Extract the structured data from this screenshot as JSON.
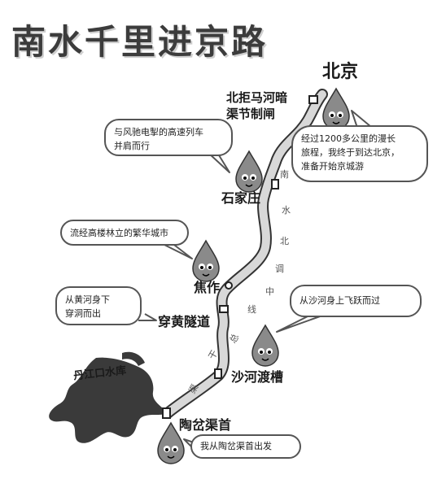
{
  "title": "南水千里进京路",
  "places": {
    "beijing": "北京",
    "juma": "北拒马河暗\n渠节制闸",
    "shijiazhuang": "石家庄",
    "jiaozuo": "焦作",
    "chuanhuang": "穿黄隧道",
    "shahe": "沙河渡槽",
    "taocha": "陶岔渠首",
    "danjiangkou": "丹江口水库"
  },
  "bubbles": {
    "highspeed": "与风驰电掣的高速列车\n并肩而行",
    "arrive": "经过1200多公里的漫长\n旅程，我终于到达北京，\n准备开始京城游",
    "city": "流经高楼林立的繁华城市",
    "yellowriver": "从黄河身下\n穿洞而出",
    "shaheriver": "从沙河身上飞跃而过",
    "start": "我从陶岔渠首出发"
  },
  "route_label": [
    "南",
    "水",
    "北",
    "调",
    "中",
    "线",
    "总",
    "干",
    "渠"
  ],
  "colors": {
    "route": "#d8d8d8",
    "route_outline": "#333333",
    "reservoir": "#3a3a3a",
    "drop": "#8a8a8a"
  },
  "icons": [
    "water-drop-mascot"
  ]
}
